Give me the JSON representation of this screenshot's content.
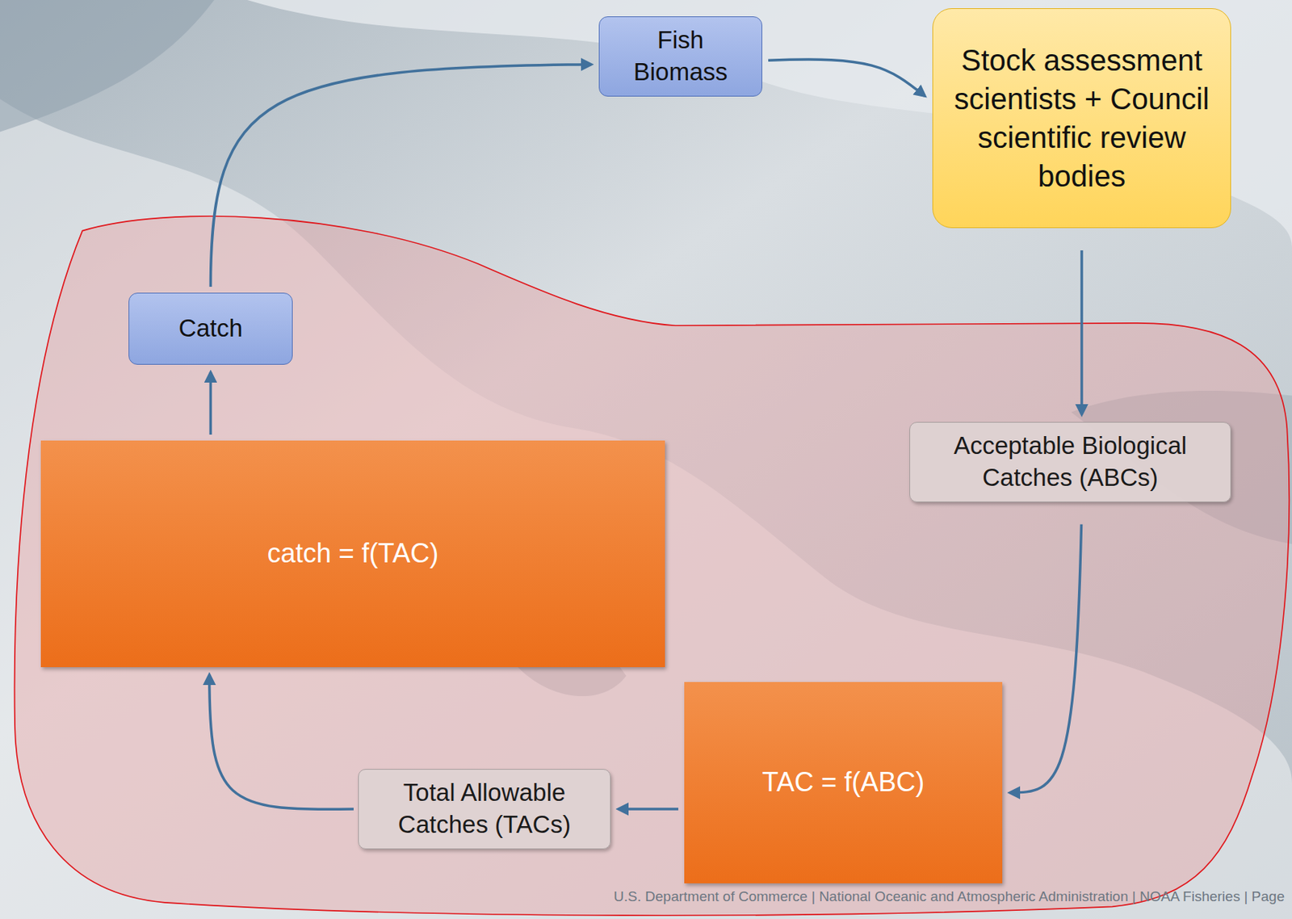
{
  "diagram": {
    "nodes": [
      {
        "text": [
          "Fish Biomass"
        ]
      },
      {
        "text": [
          "Stock assessment scientists + Council scientific review bodies"
        ]
      },
      {
        "text": [
          "Catch"
        ]
      },
      {
        "text": [
          "catch = f(TAC)"
        ]
      },
      {
        "text": [
          "Acceptable Biological Catches (ABCs)"
        ]
      },
      {
        "text": [
          "TAC = f(ABC)"
        ]
      },
      {
        "text": [
          "Total Allowable Catches (TACs)"
        ]
      }
    ],
    "edges": [
      {
        "from": 2,
        "to": 0,
        "arrow": "to"
      },
      {
        "from": 0,
        "to": 1,
        "arrow": "to"
      },
      {
        "from": 1,
        "to": 4,
        "arrow": "to"
      },
      {
        "from": 4,
        "to": 5,
        "arrow": "to"
      },
      {
        "from": 5,
        "to": 6,
        "arrow": "to"
      },
      {
        "from": 6,
        "to": 3,
        "arrow": "to"
      },
      {
        "from": 3,
        "to": 2,
        "arrow": "to"
      }
    ],
    "labels": [
      "U.S. Department of Commerce | National Oceanic and Atmospheric Administration | NOAA Fisheries | Page"
    ]
  }
}
